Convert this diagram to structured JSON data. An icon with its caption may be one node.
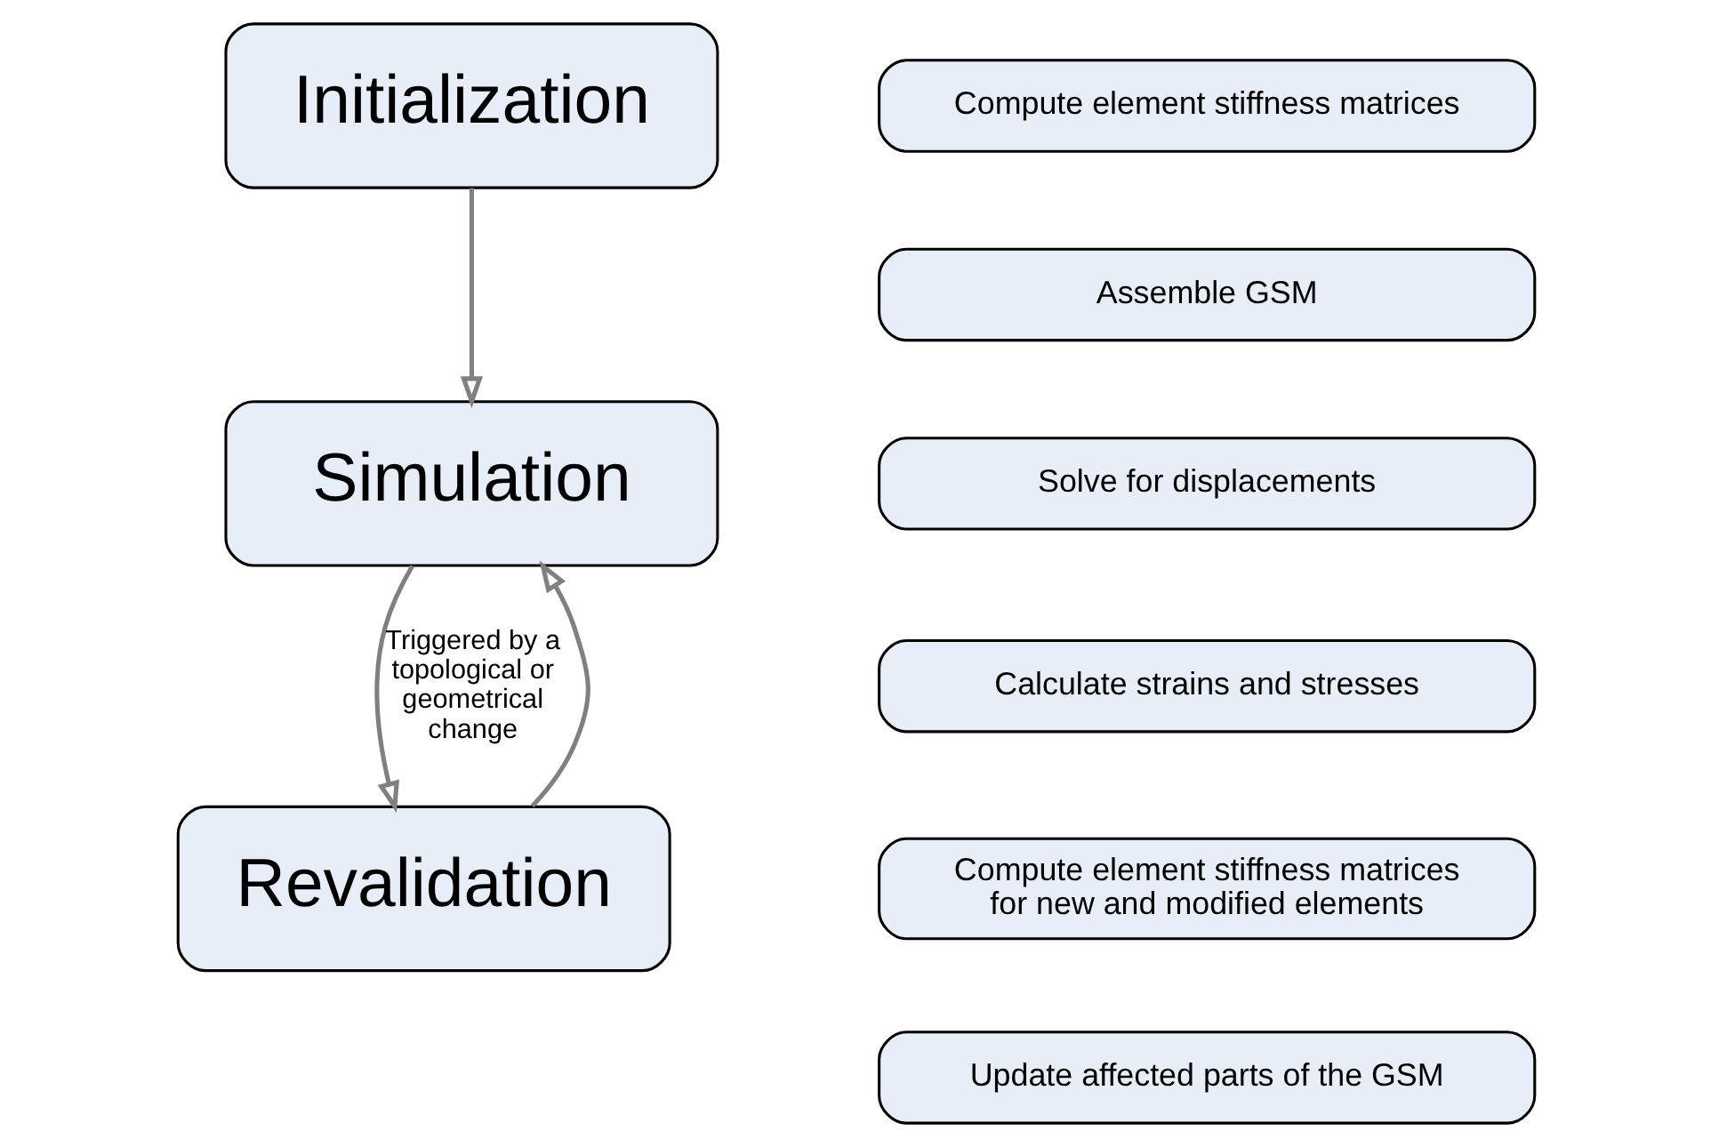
{
  "diagram": {
    "nodes": [
      {
        "text": [
          "Initialization"
        ]
      },
      {
        "text": [
          "Simulation"
        ]
      },
      {
        "text": [
          "Revalidation"
        ]
      },
      {
        "text": [
          "Compute element stiffness matrices"
        ]
      },
      {
        "text": [
          "Assemble GSM"
        ]
      },
      {
        "text": [
          "Solve for displacements"
        ]
      },
      {
        "text": [
          "Calculate strains and stresses"
        ]
      },
      {
        "text": [
          "Compute element stiffness matrices for new and modified elements"
        ]
      },
      {
        "text": [
          "Update affected parts of the GSM"
        ]
      }
    ],
    "edges": [
      {
        "from": 0,
        "to": 1,
        "arrow": "to"
      },
      {
        "from": 1,
        "to": 2,
        "arrow": "to",
        "label": "Triggered by a topological or geometrical change"
      },
      {
        "from": 2,
        "to": 1,
        "arrow": "to"
      }
    ]
  }
}
